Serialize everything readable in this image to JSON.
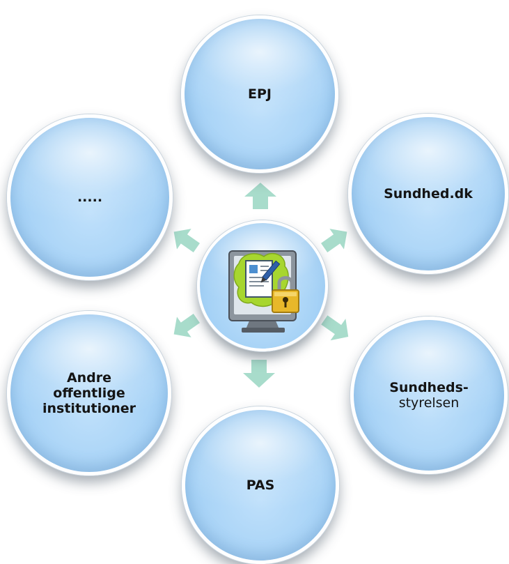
{
  "diagram": {
    "hub": {
      "icon": "monitor-document-lock-icon"
    },
    "nodes": {
      "epj": {
        "lines": [
          "EPJ"
        ]
      },
      "sundhed_dk": {
        "lines": [
          "Sundhed.dk"
        ]
      },
      "styrelsen": {
        "lines": [
          "Sundheds-",
          "styrelsen"
        ]
      },
      "pas": {
        "lines": [
          "PAS"
        ]
      },
      "andre": {
        "lines": [
          "Andre",
          "offentlige",
          "institutioner"
        ]
      },
      "more": {
        "lines": [
          "....."
        ]
      }
    },
    "arrow_icon": "arrow-icon",
    "colors": {
      "circle_fill": "#a6d2f6",
      "circle_border": "#ffffff",
      "arrow": "#a8dccb",
      "text": "#141414"
    }
  }
}
